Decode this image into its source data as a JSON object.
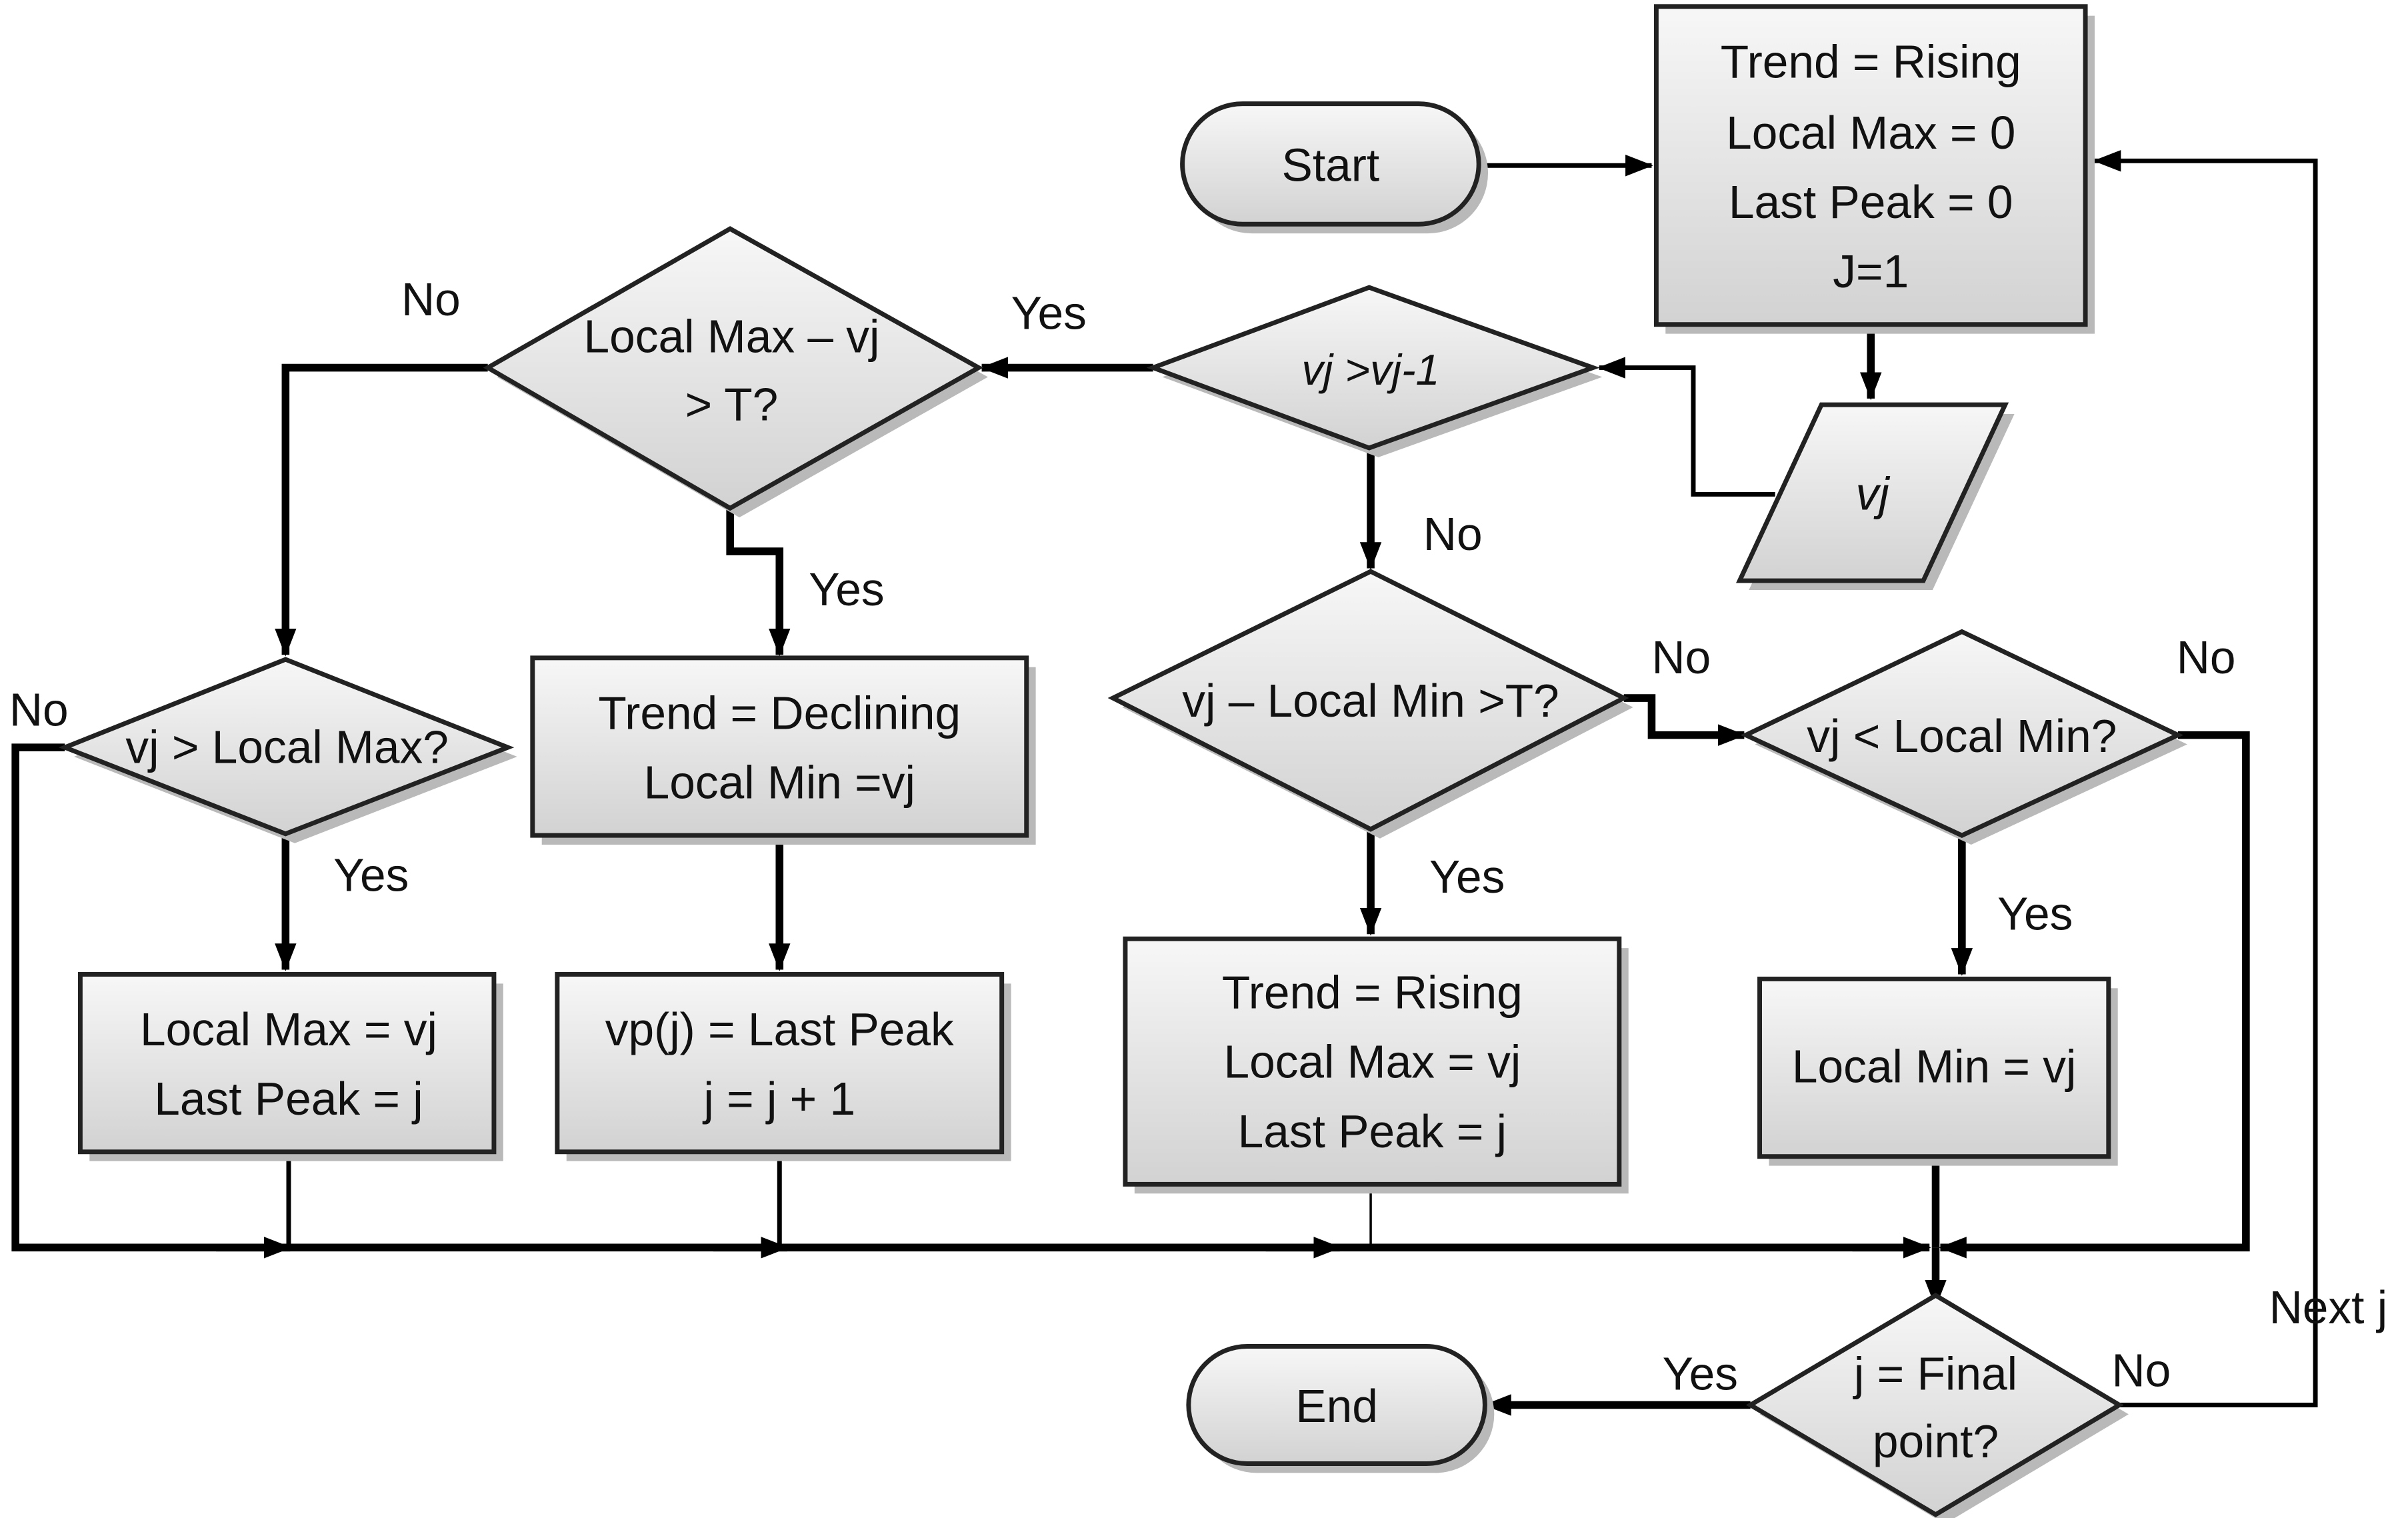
{
  "nodes": {
    "start": {
      "label": "Start"
    },
    "end": {
      "label": "End"
    },
    "init_box": {
      "lines": [
        "Trend = Rising",
        "Local Max = 0",
        "Last Peak = 0",
        "J=1"
      ]
    },
    "input_vj": {
      "label": "vj"
    },
    "decision_vj_gt_prev": {
      "lines": [
        "vj >vj-1"
      ]
    },
    "decision_localmax_minus_vj": {
      "lines": [
        "Local Max – vj",
        "> T?"
      ]
    },
    "decision_vj_gt_localmax": {
      "lines": [
        "vj > Local Max?"
      ]
    },
    "box_declining": {
      "lines": [
        "Trend = Declining",
        "Local Min =vj"
      ]
    },
    "box_localmax_update": {
      "lines": [
        "Local Max = vj",
        "Last Peak = j"
      ]
    },
    "box_vp": {
      "lines": [
        "vp(j) = Last Peak",
        "j = j + 1"
      ]
    },
    "decision_vj_minus_localmin": {
      "lines": [
        "vj – Local Min >T?"
      ]
    },
    "box_rising": {
      "lines": [
        "Trend = Rising",
        "Local Max = vj",
        "Last Peak = j"
      ]
    },
    "decision_vj_lt_localmin": {
      "lines": [
        "vj < Local Min?"
      ]
    },
    "box_localmin_update": {
      "lines": [
        "Local Min = vj"
      ]
    },
    "decision_final": {
      "lines": [
        "j = Final",
        "point?"
      ]
    }
  },
  "edge_labels": {
    "yes_localmax_check": "Yes",
    "no_localmax_check": "No",
    "yes_declining": "Yes",
    "no_vj_gt_prev": "No",
    "no_vj_gt_localmax": "No",
    "yes_vj_gt_localmax": "Yes",
    "no_vj_minus_localmin": "No",
    "no_vj_lt_localmin": "No",
    "yes_vj_minus_localmin": "Yes",
    "yes_vj_lt_localmin": "Yes",
    "yes_final": "Yes",
    "no_final": "No",
    "next_j": "Next j"
  },
  "colors": {
    "shape_fill_top": "#f7f7f7",
    "shape_fill_bottom": "#d2d2d2",
    "shadow": "#b9b9b9",
    "line": "#000000"
  }
}
